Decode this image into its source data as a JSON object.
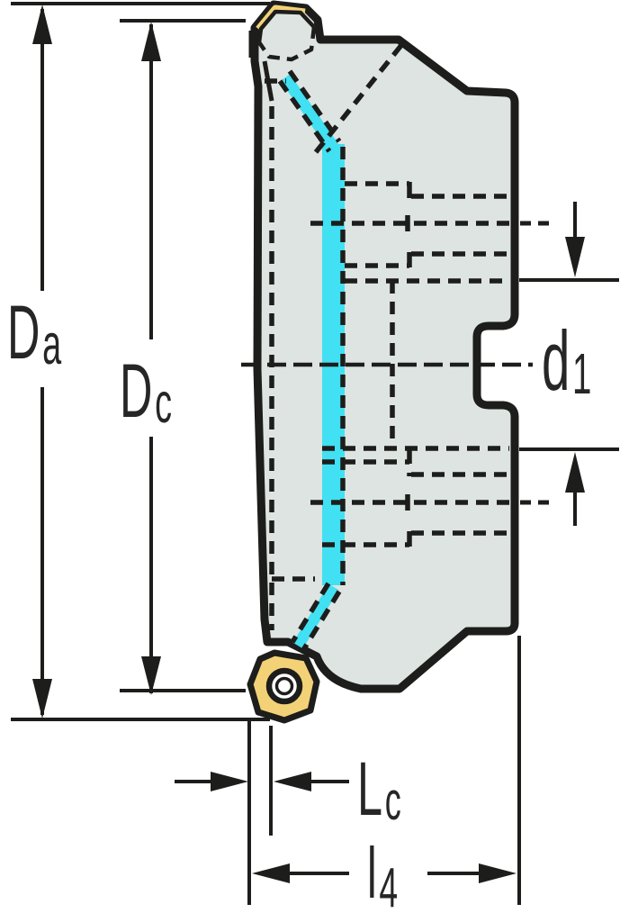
{
  "drawing": {
    "title": "Face milling cutter — side cross-section dimension drawing",
    "dimension_labels": [
      "Da",
      "Dc",
      "d1",
      "Lc",
      "l4"
    ]
  },
  "labels": {
    "da": {
      "main": "D",
      "sub": "a"
    },
    "dc": {
      "main": "D",
      "sub": "c"
    },
    "d1": {
      "main": "d",
      "sub": "1"
    },
    "lc": {
      "main": "L",
      "sub": "c"
    },
    "l4": {
      "main": "l",
      "sub": "4"
    }
  },
  "colors": {
    "background": "#ffffff",
    "outline": "#1d1d1b",
    "body_fill": "#dde4e2",
    "highlight_cyan": "#41e0f2",
    "insert_yellow": "#f3d277",
    "label_text": "#262626"
  }
}
